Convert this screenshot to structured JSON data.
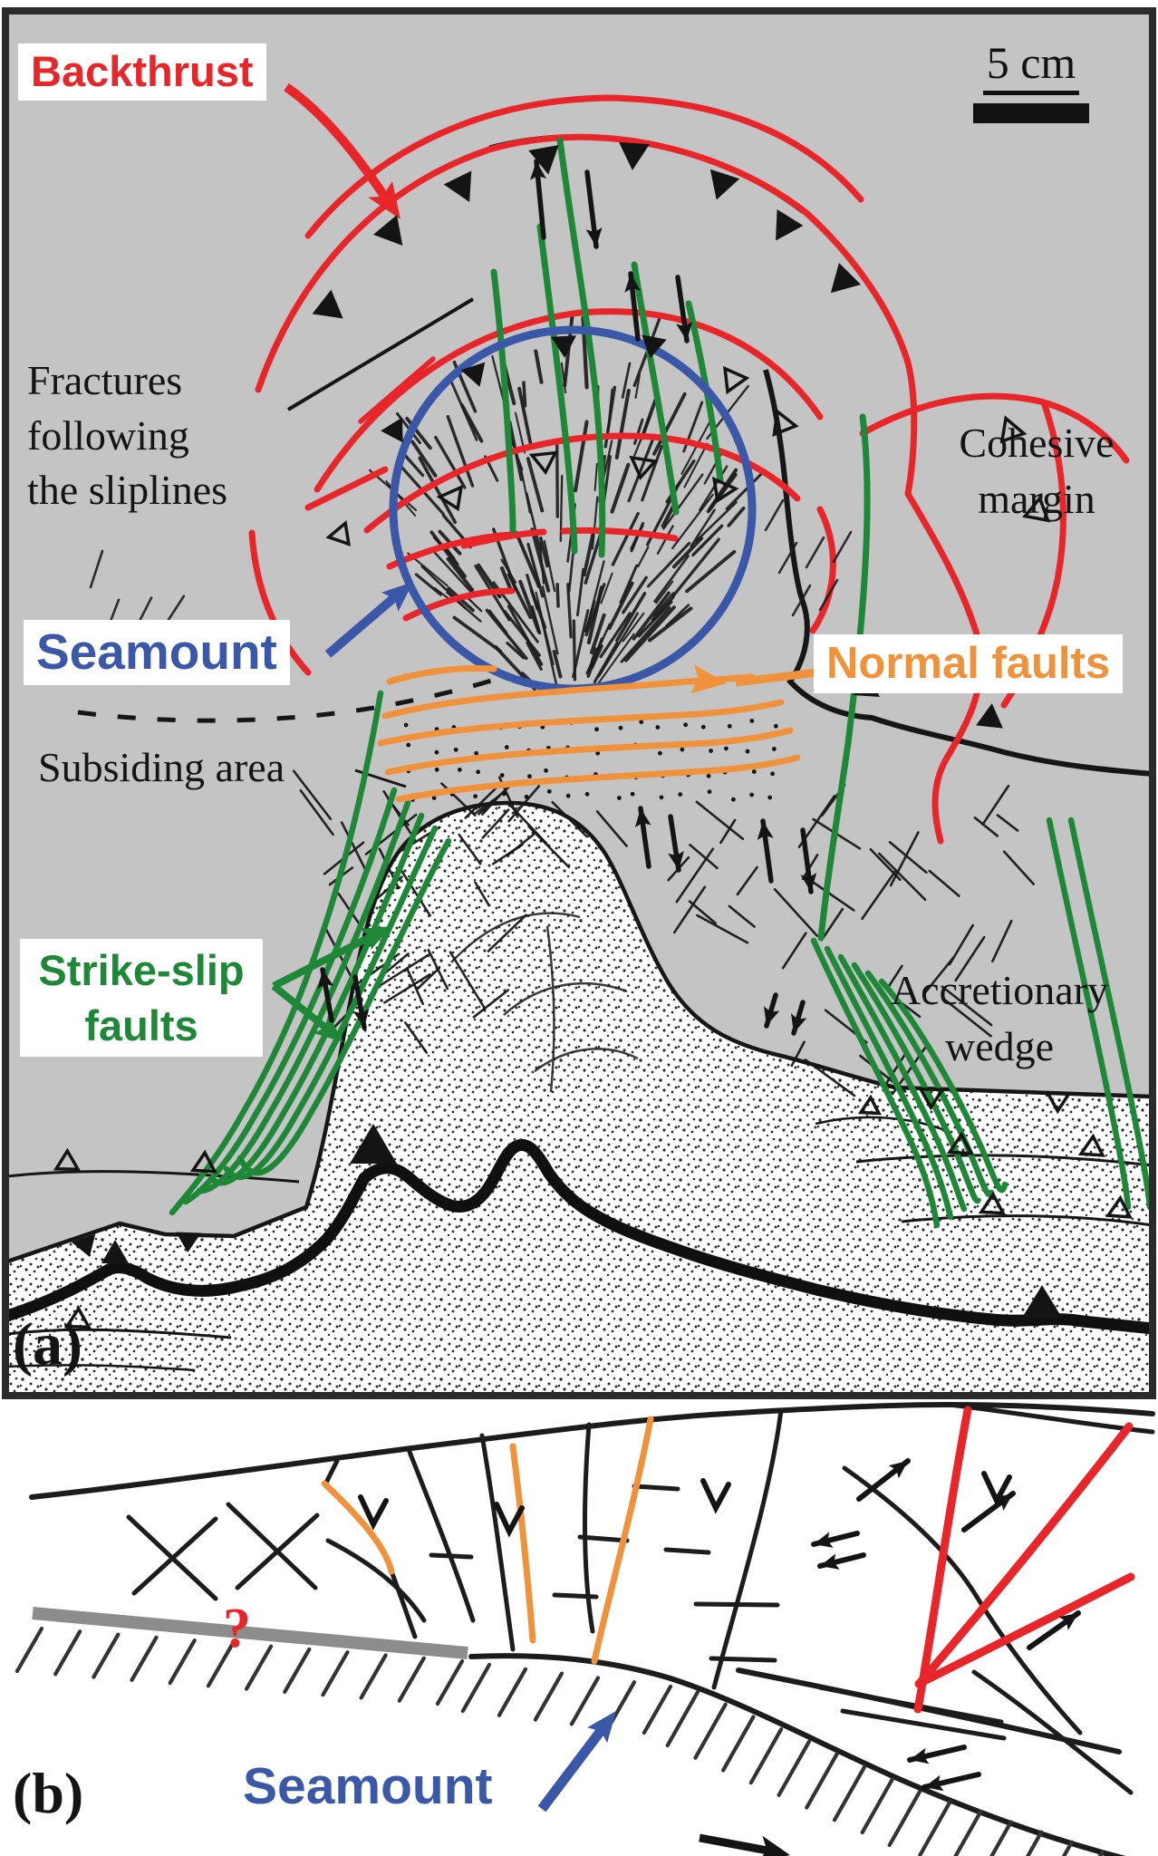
{
  "panel_a": {
    "tag": "(a)",
    "scale_bar": {
      "text": "5 cm"
    },
    "labels": {
      "backthrust": "Backthrust",
      "fractures_sliplines": {
        "line1": "Fractures",
        "line2": "following",
        "line3": "the sliplines"
      },
      "cohesive_margin": {
        "line1": "Cohesive",
        "line2": "margin"
      },
      "seamount": "Seamount",
      "normal_faults": "Normal faults",
      "subsiding_area": "Subsiding area",
      "strike_slip_faults": {
        "line1": "Strike-slip",
        "line2": "faults"
      },
      "accretionary_wedge": {
        "line1": "Accretionary",
        "line2": "wedge"
      }
    }
  },
  "panel_b": {
    "tag": "(b)",
    "labels": {
      "seamount": "Seamount",
      "uncertainty_mark": "?"
    }
  },
  "legend_colors": {
    "backthrust_red": "#e8262a",
    "seamount_blue": "#3a57a8",
    "strike_slip_green": "#1f8838",
    "normal_fault_orange": "#f0923b",
    "margin_gray": "#c4c4c4",
    "ink_black": "#141414",
    "decollement_gray": "#8c8c8c"
  }
}
